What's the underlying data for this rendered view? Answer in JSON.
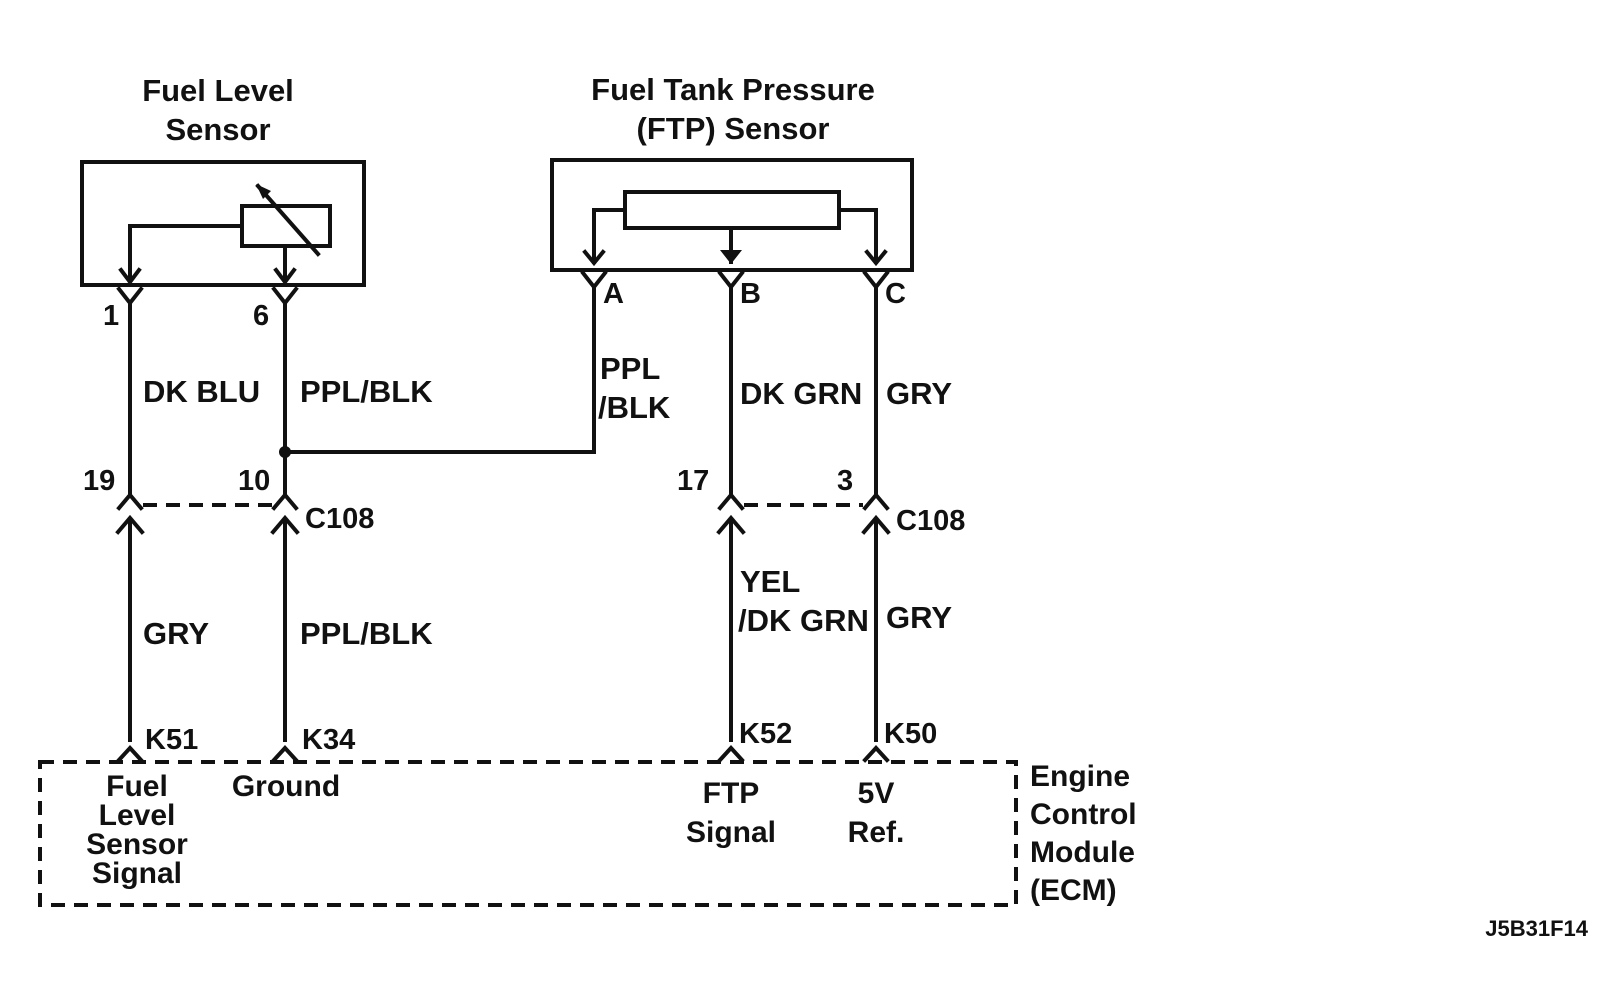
{
  "fuel_level_sensor": {
    "title_line1": "Fuel Level",
    "title_line2": "Sensor",
    "pin_left": "1",
    "pin_right": "6"
  },
  "ftp_sensor": {
    "title_line1": "Fuel Tank Pressure",
    "title_line2": "(FTP) Sensor",
    "pin_a": "A",
    "pin_b": "B",
    "pin_c": "C"
  },
  "wires_upper": {
    "w1": "DK BLU",
    "w2": "PPL/BLK",
    "w3_line1": "PPL",
    "w3_line2": "/BLK",
    "w4": "DK GRN",
    "w5": "GRY"
  },
  "connector_left": {
    "name": "C108",
    "pin_a": "19",
    "pin_b": "10"
  },
  "connector_right": {
    "name": "C108",
    "pin_a": "17",
    "pin_b": "3"
  },
  "wires_lower": {
    "w1": "GRY",
    "w2": "PPL/BLK",
    "w4_line1": "YEL",
    "w4_line2": "/DK GRN",
    "w5": "GRY"
  },
  "ecm": {
    "title_lines": [
      "Engine",
      "Control",
      "Module",
      "(ECM)"
    ],
    "terminals": {
      "k51": {
        "pin": "K51",
        "label_lines": [
          "Fuel",
          "Level",
          "Sensor",
          "Signal"
        ]
      },
      "k34": {
        "pin": "K34",
        "label_lines": [
          "Ground"
        ]
      },
      "k52": {
        "pin": "K52",
        "label_lines": [
          "FTP",
          "Signal"
        ]
      },
      "k50": {
        "pin": "K50",
        "label_lines": [
          "5V",
          "Ref."
        ]
      }
    }
  },
  "figure_ref": "J5B31F14"
}
